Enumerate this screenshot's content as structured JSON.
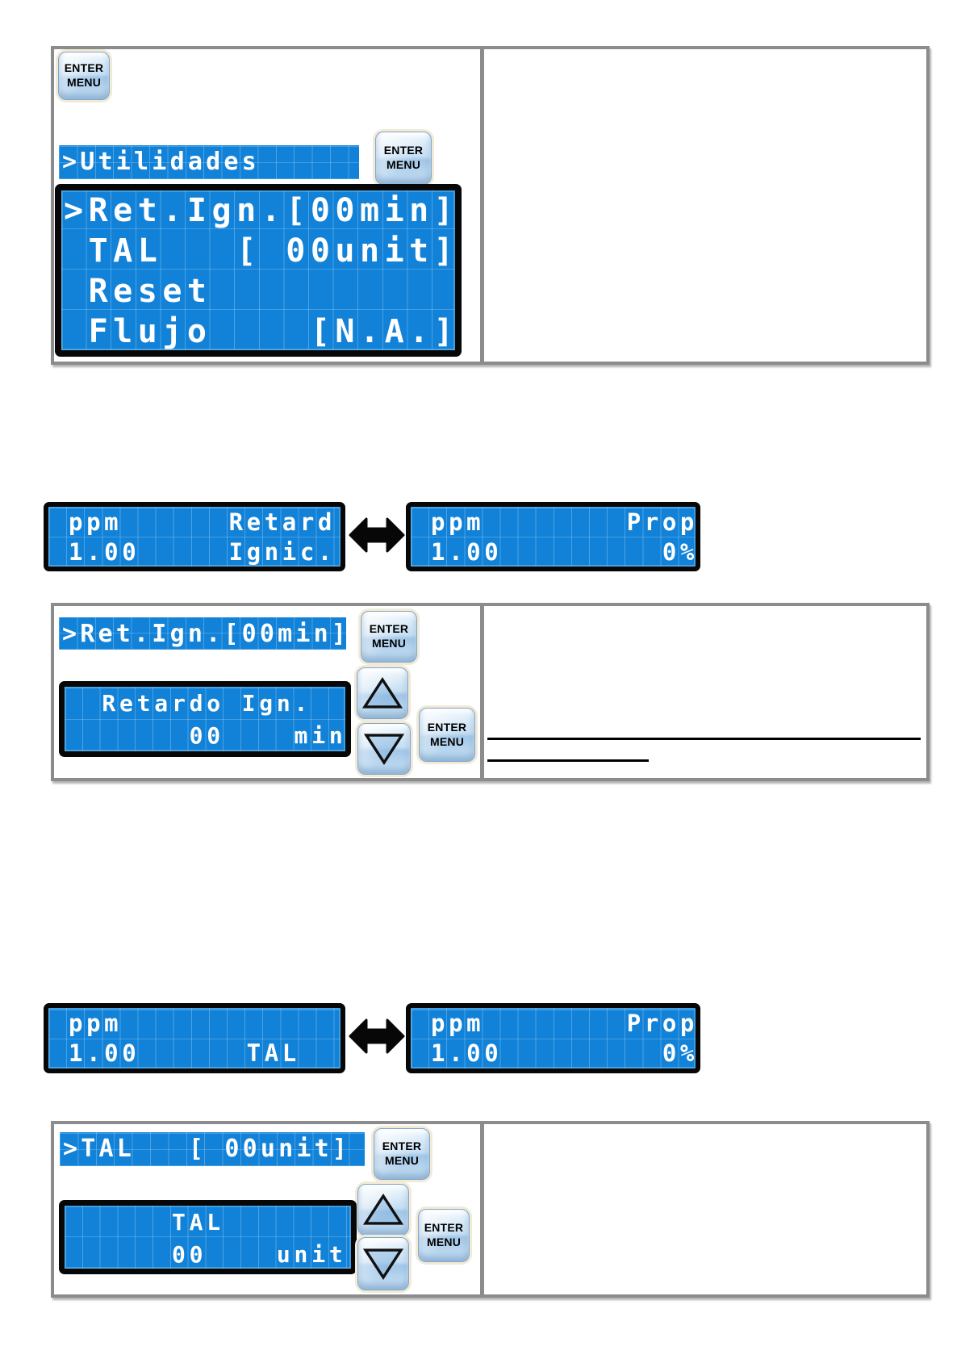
{
  "colors": {
    "lcd_blue": "#1282d8",
    "lcd_text": "#ffffff",
    "panel_border_gray": "#8c8c8c",
    "button_face_blue": "#cde3f5",
    "button_halo_cream": "#f2ead6",
    "arrow_black": "#070707"
  },
  "icons": {
    "swap": "left-right-double-arrow",
    "up": "up-triangle",
    "down": "down-triangle"
  },
  "key_button": {
    "line1": "ENTER",
    "line2": "MENU"
  },
  "section1": {
    "menu_bar": ">Utilidades",
    "screen": [
      ">Ret.Ign.[00min]",
      " TAL   [ 00unit]",
      " Reset",
      " Flujo    [N.A.]"
    ]
  },
  "flow1": {
    "left_screen": [
      " ppm      Retard",
      " 1.00     Ignic."
    ],
    "right_screen": [
      " ppm        Prop",
      " 1.00         0%"
    ]
  },
  "section2": {
    "menu_bar": ">Ret.Ign.[00min]",
    "screen": [
      "  Retardo Ign.",
      "       00    min"
    ]
  },
  "flow2": {
    "left_screen": [
      " ppm",
      " 1.00      TAL"
    ],
    "right_screen": [
      " ppm        Prop",
      " 1.00         0%"
    ]
  },
  "section3": {
    "menu_bar": ">TAL   [ 00unit]",
    "screen": [
      "      TAL",
      "      00    unit"
    ]
  }
}
